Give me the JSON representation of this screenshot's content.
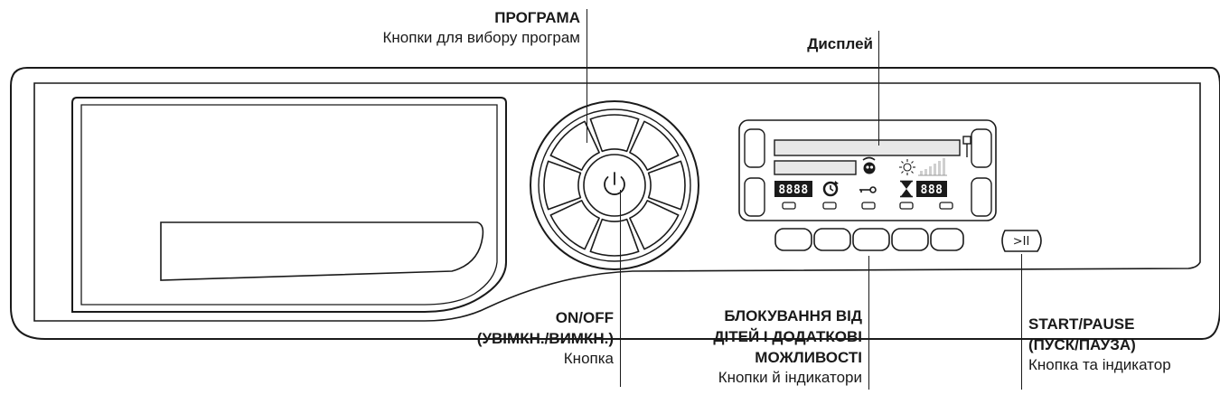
{
  "labels": {
    "program": {
      "title": "ПРОГРАМА",
      "desc": "Кнопки для вибору програм"
    },
    "display": {
      "title": "Дисплей"
    },
    "onoff": {
      "title_line1": "ON/OFF",
      "title_line2": "(УВІМКН./ВИМКН.)",
      "desc": "Кнопка"
    },
    "childlock": {
      "title_line1": "БЛОКУВАННЯ ВІД",
      "title_line2": "ДІТЕЙ І ДОДАТКОВІ",
      "title_line3": "МОЖЛИВОСТІ",
      "desc": "Кнопки й індикатори"
    },
    "startpause": {
      "title_line1": "START/PAUSE",
      "title_line2": "(ПУСК/ПАУЗА)",
      "desc": "Кнопка та індикатор"
    }
  },
  "display_screen": {
    "time_digits": "8888",
    "right_digits": "888",
    "icons": [
      "baby-icon",
      "sun-icon",
      "signal-bars-icon",
      "cycle-icon",
      "key-icon",
      "hourglass-icon",
      "antenna-icon"
    ]
  },
  "buttons": {
    "start_pause_symbol": ">II",
    "power_symbol": "⏻"
  }
}
